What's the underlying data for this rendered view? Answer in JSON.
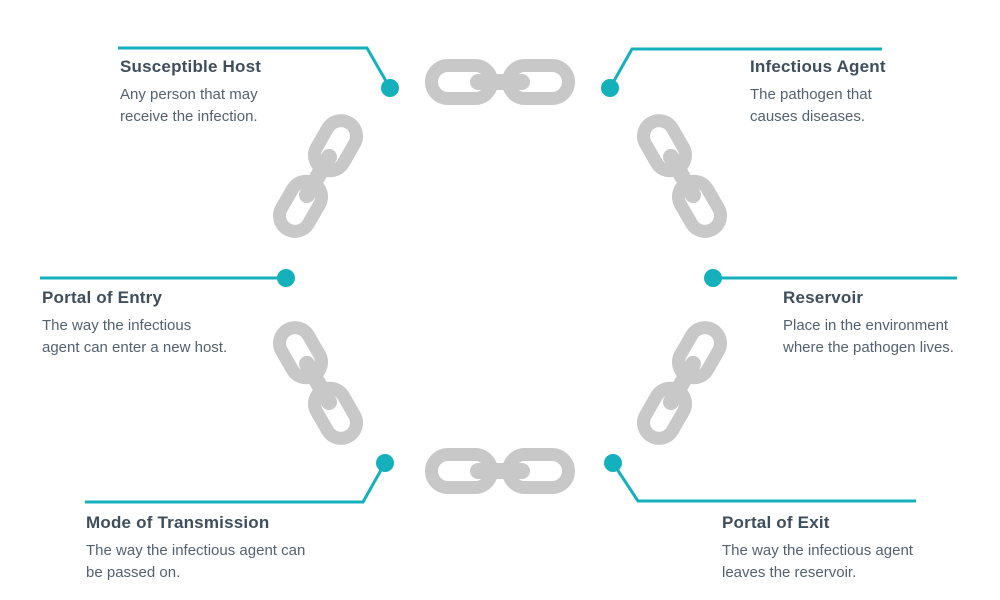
{
  "diagram": {
    "callouts": [
      {
        "id": "susceptible-host",
        "title": "Susceptible Host",
        "description": "Any person that may\nreceive the infection.",
        "position": "top-left"
      },
      {
        "id": "infectious-agent",
        "title": "Infectious Agent",
        "description": "The pathogen that\ncauses diseases.",
        "position": "top-right"
      },
      {
        "id": "portal-of-entry",
        "title": "Portal of Entry",
        "description": "The way the infectious\nagent can enter a new host.",
        "position": "middle-left"
      },
      {
        "id": "reservoir",
        "title": "Reservoir",
        "description": "Place in the environment\nwhere the pathogen lives.",
        "position": "middle-right"
      },
      {
        "id": "mode-of-transmission",
        "title": "Mode of Transmission",
        "description": "The way the infectious agent can\nbe passed on.",
        "position": "bottom-left"
      },
      {
        "id": "portal-of-exit",
        "title": "Portal of Exit",
        "description": "The way the infectious agent\nleaves the reservoir.",
        "position": "bottom-right"
      }
    ],
    "colors": {
      "accent": "#14b1bd",
      "chain": "#c8c8c9",
      "heading": "#3f4e5c",
      "body": "#546170",
      "background": "#ffffff"
    }
  }
}
